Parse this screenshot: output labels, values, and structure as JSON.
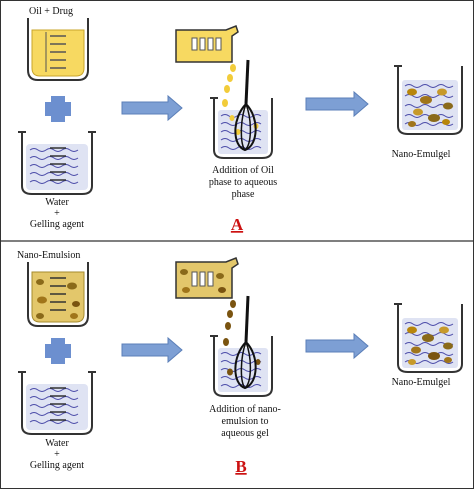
{
  "panels": [
    {
      "id": "A",
      "letter": "A",
      "left_top_label": "Oil + Drug",
      "left_bottom_label_lines": [
        "Water",
        "+",
        "Gelling agent"
      ],
      "middle_label_lines": [
        "Addition of Oil",
        "phase to aqueous",
        "phase"
      ],
      "right_label": "Nano-Emulgel"
    },
    {
      "id": "B",
      "letter": "B",
      "left_top_label": "Nano-Emulsion",
      "left_bottom_label_lines": [
        "Water",
        "+",
        "Gelling agent"
      ],
      "middle_label_lines": [
        "Addition of nano-",
        "emulsion to",
        "aqueous gel"
      ],
      "right_label": "Nano-Emulgel"
    }
  ],
  "colors": {
    "oil_fill": "#f7d961",
    "oil_stroke": "#c9a52a",
    "oil_drop": "#f2cc3a",
    "emulsion_fill": "#e3c76b",
    "emulsion_blob": "#8a6a1a",
    "water_fill": "#dfe3f3",
    "wave": "#4a4aa8",
    "arrow": "#7d9fd4",
    "arrow_stroke": "#5b7fb8",
    "plus": "#6c8fcf",
    "letter": "#cc1111",
    "border": "#333333",
    "brown_drop": "#7a5410"
  },
  "icons": [
    "beaker-icon",
    "measuring-cup-icon",
    "whisk-icon",
    "plus-icon",
    "arrow-right-icon"
  ]
}
